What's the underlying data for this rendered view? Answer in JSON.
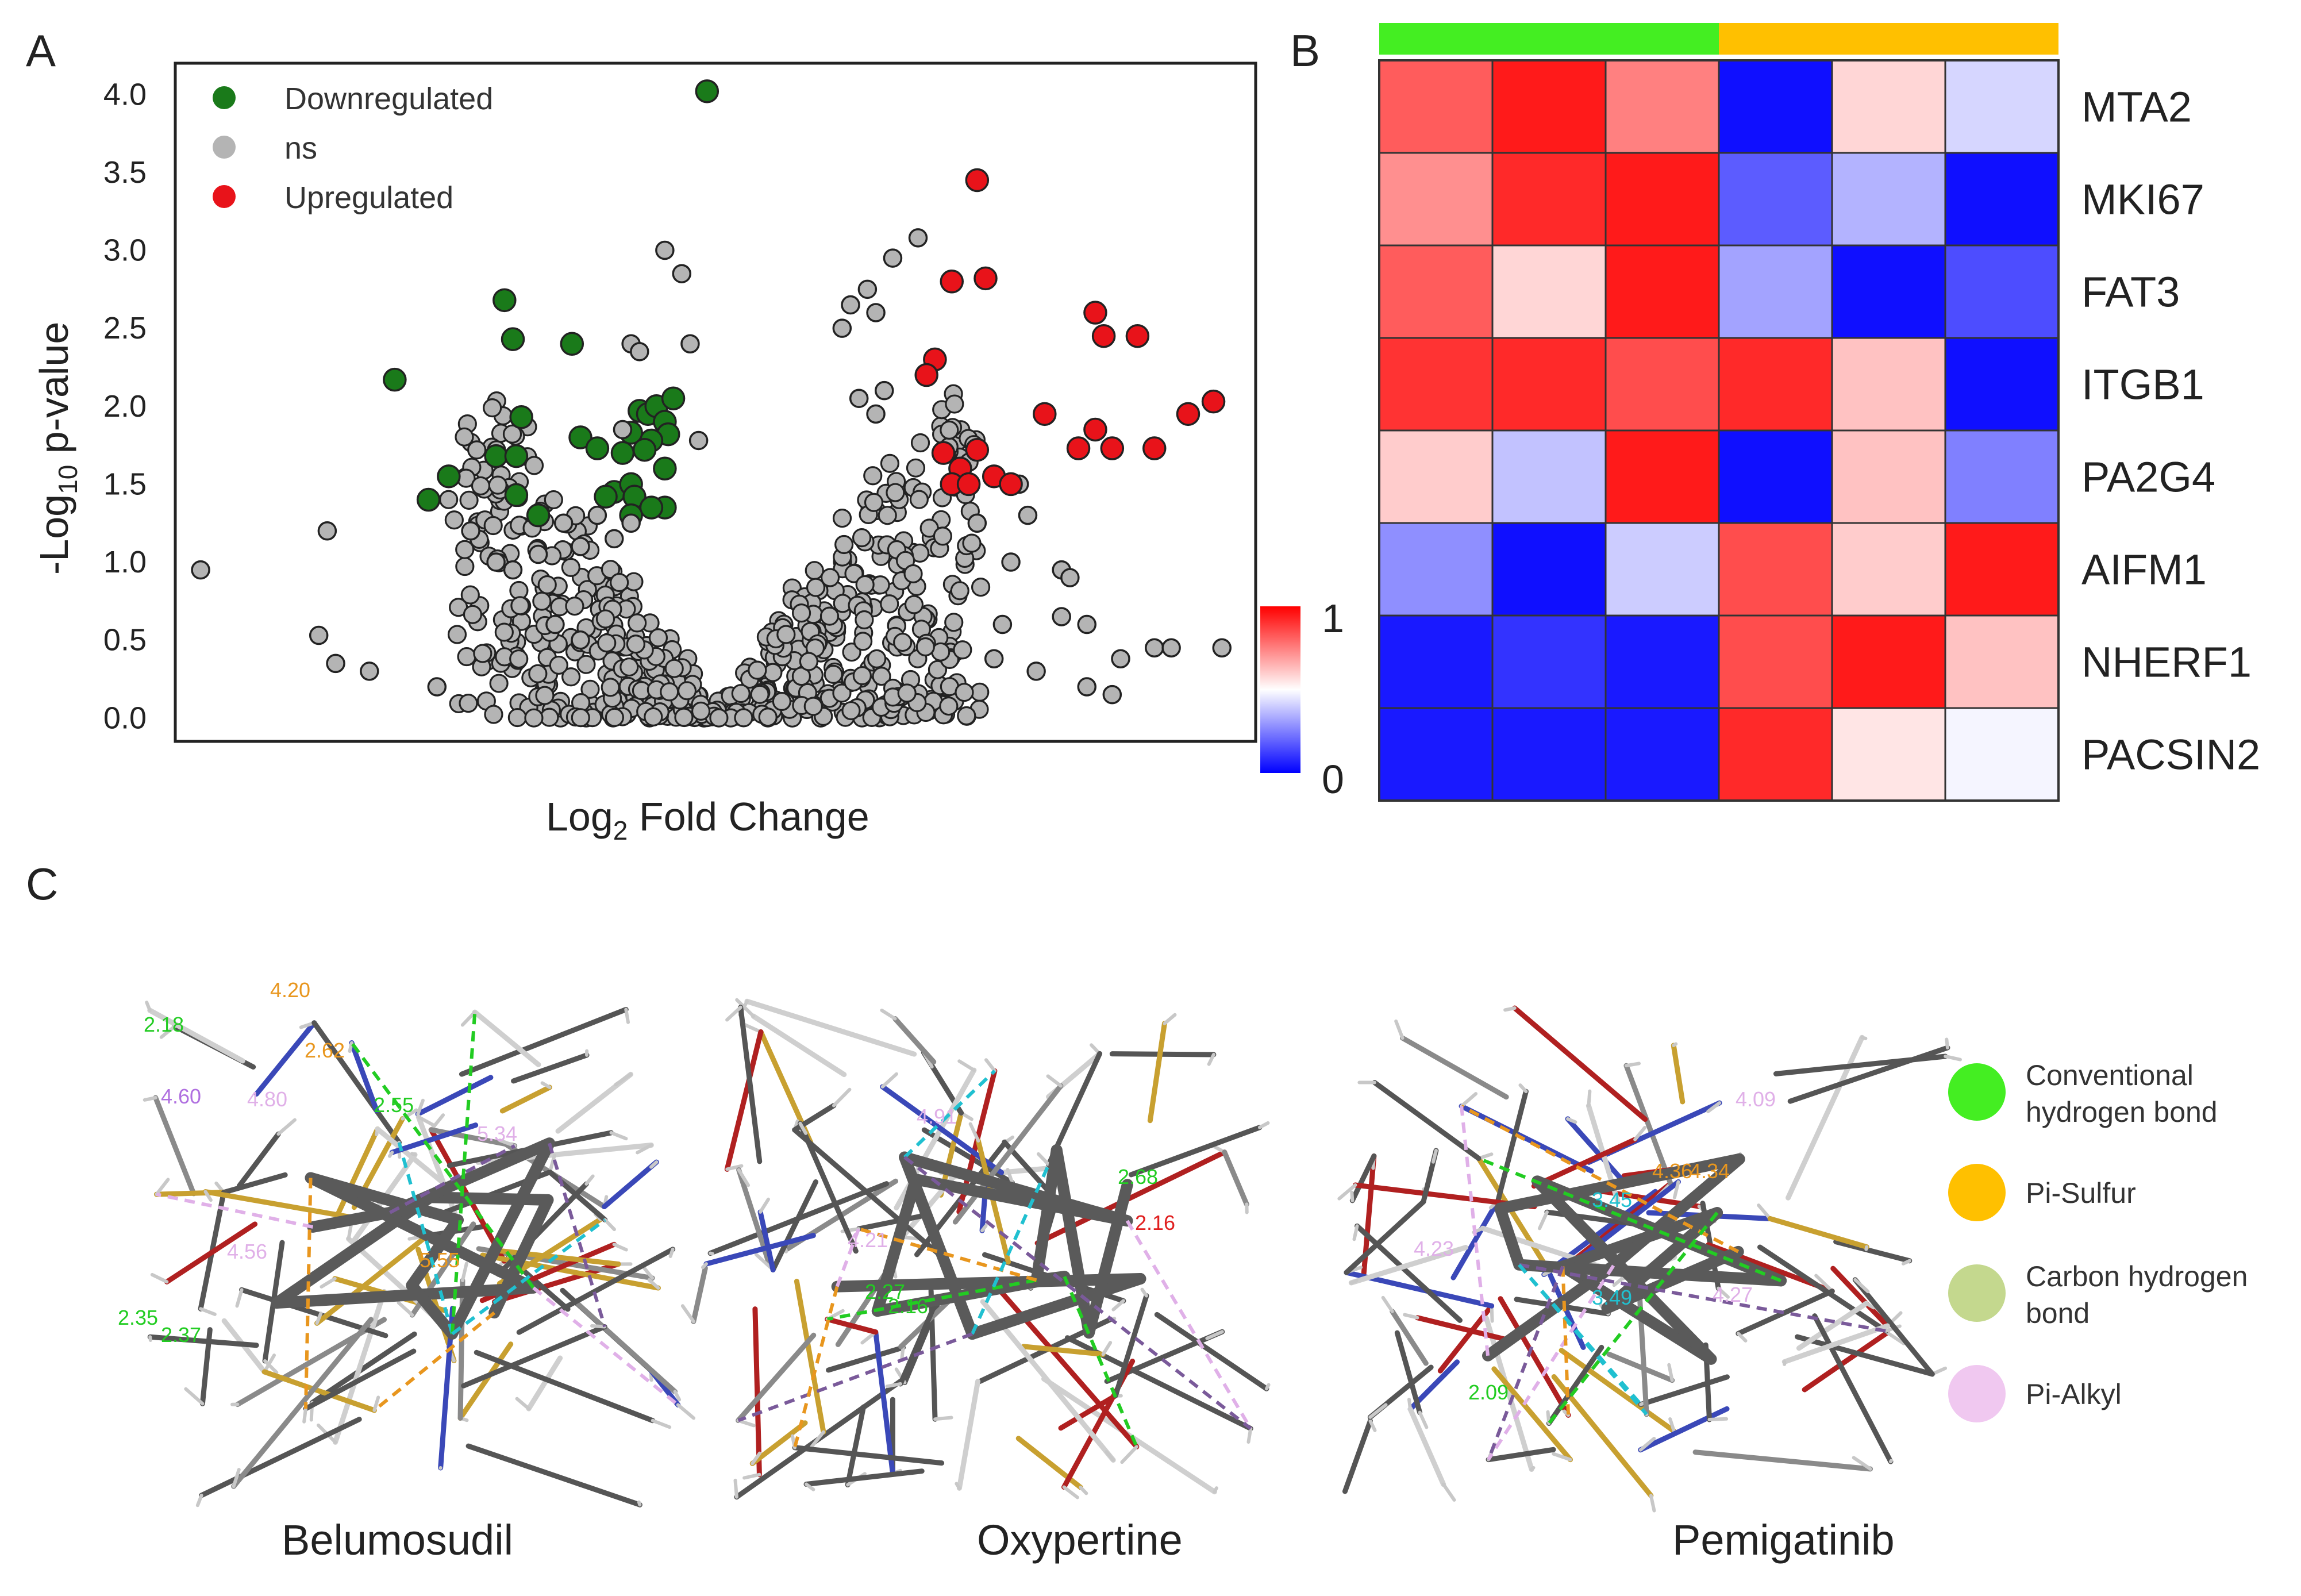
{
  "panels": {
    "a": "A",
    "b": "B",
    "c": "C"
  },
  "chart_data": [
    {
      "type": "scatter",
      "panel": "A",
      "xlabel_base": "Log",
      "xlabel_sub": "2",
      "xlabel_rest": " Fold Change",
      "ylabel_pre": "-Log",
      "ylabel_sub": "10",
      "ylabel_rest": " p-value",
      "yticks": [
        "0.0",
        "0.5",
        "1.0",
        "1.5",
        "2.0",
        "2.5",
        "3.0",
        "3.5",
        "4.0"
      ],
      "xlim": [
        -3.2,
        3.2
      ],
      "ylim": [
        -0.15,
        4.2
      ],
      "grid": false,
      "legend_position": "top-left",
      "colors": {
        "down": "#1a7a1a",
        "ns": "#b4b4b4",
        "up": "#e8131a"
      },
      "series": [
        {
          "name": "Downregulated",
          "key": "down",
          "points": [
            [
              -0.05,
              4.02
            ],
            [
              -1.25,
              2.68
            ],
            [
              -1.2,
              2.43
            ],
            [
              -0.85,
              2.4
            ],
            [
              -1.9,
              2.17
            ],
            [
              -1.15,
              1.93
            ],
            [
              -0.45,
              1.97
            ],
            [
              -0.4,
              1.95
            ],
            [
              -0.35,
              2.0
            ],
            [
              -0.3,
              1.9
            ],
            [
              -0.25,
              2.05
            ],
            [
              -0.28,
              1.82
            ],
            [
              -0.38,
              1.78
            ],
            [
              -0.5,
              1.83
            ],
            [
              -0.42,
              1.72
            ],
            [
              -0.8,
              1.8
            ],
            [
              -0.7,
              1.73
            ],
            [
              -0.55,
              1.7
            ],
            [
              -1.3,
              1.68
            ],
            [
              -1.18,
              1.68
            ],
            [
              -1.58,
              1.55
            ],
            [
              -1.7,
              1.4
            ],
            [
              -1.18,
              1.43
            ],
            [
              -1.05,
              1.3
            ],
            [
              -0.6,
              1.45
            ],
            [
              -0.5,
              1.5
            ],
            [
              -0.48,
              1.42
            ],
            [
              -0.65,
              1.42
            ],
            [
              -0.3,
              1.6
            ],
            [
              -0.3,
              1.35
            ],
            [
              -0.38,
              1.35
            ],
            [
              -0.5,
              1.3
            ]
          ]
        },
        {
          "name": "ns",
          "key": "ns",
          "points": [
            [
              -3.05,
              0.95
            ],
            [
              -2.3,
              1.2
            ],
            [
              -2.05,
              0.3
            ],
            [
              -2.25,
              0.35
            ],
            [
              -2.35,
              0.53
            ],
            [
              -1.65,
              0.2
            ],
            [
              -1.45,
              1.2
            ],
            [
              -1.3,
              1.0
            ],
            [
              -1.2,
              0.95
            ],
            [
              -1.05,
              1.05
            ],
            [
              -0.9,
              1.25
            ],
            [
              -0.8,
              1.1
            ],
            [
              -0.7,
              1.3
            ],
            [
              -0.6,
              1.15
            ],
            [
              -0.5,
              1.25
            ],
            [
              -0.95,
              0.6
            ],
            [
              -0.8,
              0.5
            ],
            [
              -0.3,
              3.0
            ],
            [
              -0.2,
              2.85
            ],
            [
              -0.5,
              2.4
            ],
            [
              -0.45,
              2.35
            ],
            [
              -0.15,
              2.4
            ],
            [
              -0.55,
              1.85
            ],
            [
              -0.1,
              1.78
            ],
            [
              0.9,
              2.75
            ],
            [
              0.75,
              2.5
            ],
            [
              0.8,
              2.65
            ],
            [
              1.2,
              3.08
            ],
            [
              1.05,
              2.95
            ],
            [
              0.95,
              2.6
            ],
            [
              1.0,
              2.1
            ],
            [
              0.85,
              2.05
            ],
            [
              0.95,
              1.95
            ],
            [
              1.8,
              1.5
            ],
            [
              1.75,
              1.0
            ],
            [
              2.05,
              0.95
            ],
            [
              2.2,
              0.6
            ],
            [
              2.6,
              0.45
            ],
            [
              2.4,
              0.38
            ],
            [
              2.05,
              0.65
            ],
            [
              2.7,
              0.45
            ],
            [
              3.0,
              0.45
            ],
            [
              1.9,
              0.3
            ],
            [
              2.2,
              0.2
            ],
            [
              2.35,
              0.15
            ],
            [
              1.65,
              0.38
            ],
            [
              1.85,
              1.3
            ],
            [
              2.1,
              0.9
            ],
            [
              1.55,
              1.25
            ],
            [
              1.7,
              0.6
            ]
          ]
        },
        {
          "name": "Upregulated",
          "key": "up",
          "points": [
            [
              1.55,
              3.45
            ],
            [
              1.4,
              2.8
            ],
            [
              1.6,
              2.82
            ],
            [
              1.3,
              2.3
            ],
            [
              1.25,
              2.2
            ],
            [
              2.25,
              2.6
            ],
            [
              2.3,
              2.45
            ],
            [
              2.5,
              2.45
            ],
            [
              1.95,
              1.95
            ],
            [
              2.25,
              1.85
            ],
            [
              2.35,
              1.73
            ],
            [
              2.15,
              1.73
            ],
            [
              2.6,
              1.73
            ],
            [
              2.95,
              2.03
            ],
            [
              2.8,
              1.95
            ],
            [
              1.35,
              1.7
            ],
            [
              1.55,
              1.72
            ],
            [
              1.45,
              1.6
            ],
            [
              1.65,
              1.55
            ],
            [
              1.75,
              1.5
            ],
            [
              1.4,
              1.5
            ],
            [
              1.5,
              1.5
            ]
          ]
        }
      ]
    },
    {
      "type": "heatmap",
      "panel": "B",
      "rows": [
        "MTA2",
        "MKI67",
        "FAT3",
        "ITGB1",
        "PA2G4",
        "AIFM1",
        "NHERF1",
        "PACSIN2"
      ],
      "group_colors": [
        "#44ee22",
        "#ffc000"
      ],
      "groups_columns": [
        3,
        3
      ],
      "values": [
        [
          0.82,
          0.95,
          0.75,
          0.03,
          0.58,
          0.42
        ],
        [
          0.72,
          0.92,
          0.95,
          0.18,
          0.35,
          0.03
        ],
        [
          0.82,
          0.58,
          0.95,
          0.32,
          0.03,
          0.15
        ],
        [
          0.9,
          0.92,
          0.85,
          0.92,
          0.62,
          0.03
        ],
        [
          0.6,
          0.38,
          0.95,
          0.03,
          0.62,
          0.25
        ],
        [
          0.28,
          0.03,
          0.4,
          0.85,
          0.6,
          0.95
        ],
        [
          0.05,
          0.1,
          0.05,
          0.85,
          0.95,
          0.62
        ],
        [
          0.05,
          0.05,
          0.05,
          0.92,
          0.55,
          0.48
        ]
      ],
      "colorbar_min": "0",
      "colorbar_max": "1"
    }
  ],
  "molecules": [
    "Belumosudil",
    "Oxypertine",
    "Pemigatinib"
  ],
  "interaction_legend": [
    {
      "line1": "Conventional",
      "line2": "hydrogen bond",
      "color": "#44ee22"
    },
    {
      "line1": "Pi-Sulfur",
      "line2": "",
      "color": "#ffc000"
    },
    {
      "line1": "Carbon hydrogen",
      "line2": "bond",
      "color": "#c4d88e"
    },
    {
      "line1": "Pi-Alkyl",
      "line2": "",
      "color": "#f0c8f0"
    }
  ],
  "distance_labels": {
    "belumosudil": [
      "2.18",
      "4.20",
      "2.62",
      "4.60",
      "4.80",
      "2.55",
      "5.34",
      "5.55",
      "4.56",
      "2.35",
      "2.37"
    ],
    "oxypertine": [
      "4.91",
      "2.68",
      "2.16",
      "4.21",
      "2.27",
      "2.16"
    ],
    "pemigatinib": [
      "4.09",
      "3.45",
      "4.36",
      "4.34",
      "3.49",
      "4.27",
      "4.23",
      "2.09"
    ]
  }
}
